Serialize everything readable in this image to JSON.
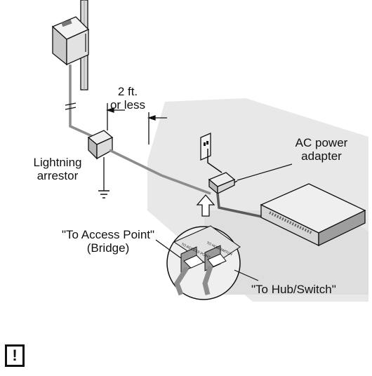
{
  "labels": {
    "distance": "2 ft.\nor less",
    "lightning_arrestor": "Lightning\narrestor",
    "ac_power_adapter": "AC power\nadapter",
    "to_access_point": "\"To Access Point\"\n(Bridge)",
    "to_hub_switch": "\"To Hub/Switch\"",
    "port_to_access_point": "TO ACCESS POINT",
    "port_to_hub_switch": "TO HUB/SWITCH"
  },
  "warning_symbol": "!",
  "colors": {
    "line": "#111111",
    "cable_gray": "#8c8c8c",
    "shadow": "#e6e6e6",
    "device_light": "#eeeeee",
    "device_mid": "#bfbfbf",
    "device_dark": "#6e6e6e"
  }
}
